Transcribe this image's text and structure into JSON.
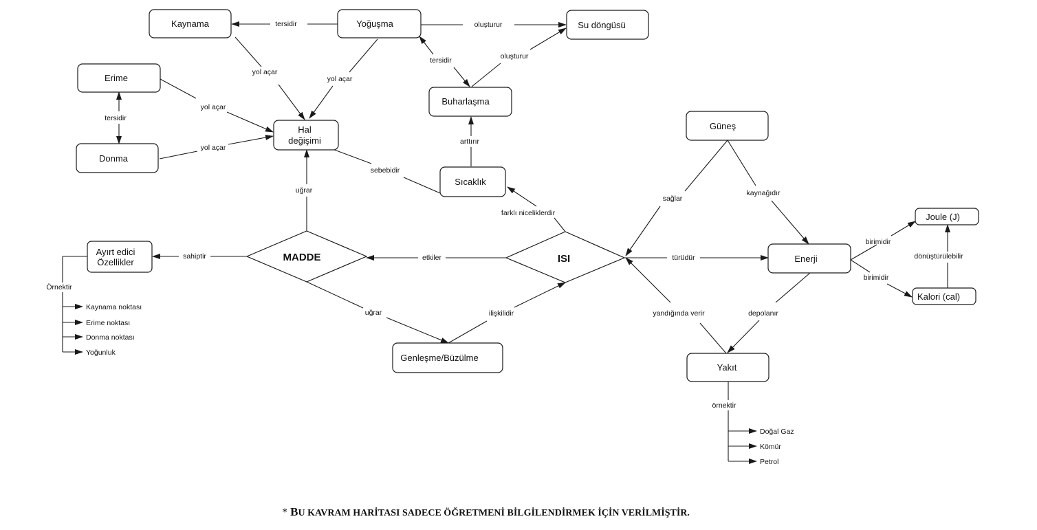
{
  "nodes": {
    "kaynama": "Kaynama",
    "yogusma": "Yoğuşma",
    "su_dongusu": "Su döngüsü",
    "erime": "Erime",
    "donma": "Donma",
    "hal_degisimi_1": "Hal",
    "hal_degisimi_2": "değişimi",
    "buharlasma": "Buharlaşma",
    "gunes": "Güneş",
    "sicaklik": "Sıcaklık",
    "joule": "Joule (J)",
    "ayirt_1": "Ayırt edici",
    "ayirt_2": "Özellikler",
    "madde": "MADDE",
    "isi": "ISI",
    "enerji": "Enerji",
    "kalori": "Kalori (cal)",
    "genlesme": "Genleşme/Büzülme",
    "yakit": "Yakıt"
  },
  "edge_labels": {
    "yogusma_kaynama": "tersidir",
    "yogusma_sudongusu": "oluşturur",
    "kaynama_hal": "yol açar",
    "yogusma_hal": "yol açar",
    "yogusma_buhar": "tersidir",
    "buhar_sudongusu": "oluşturur",
    "erime_donma": "tersidir",
    "erime_hal": "yol açar",
    "donma_hal": "yol açar",
    "sicaklik_buhar": "arttırır",
    "sicaklik_hal": "sebebidir",
    "madde_hal": "uğrar",
    "isi_sicaklik": "farklı niceliklerdir",
    "gunes_isi": "sağlar",
    "gunes_enerji": "kaynağıdır",
    "madde_ayirt": "sahiptir",
    "isi_madde": "etkiler",
    "isi_enerji": "türüdür",
    "enerji_joule": "birimidir",
    "enerji_kalori": "birimidir",
    "kalori_joule": "dönüştürülebilir",
    "madde_genlesme": "uğrar",
    "genlesme_isi": "ilişkilidir",
    "yakit_isi": "yandığında verir",
    "enerji_yakit": "depolanır",
    "ayirt_list": "Örnektir",
    "yakit_list": "örnektir"
  },
  "ayirt_examples": [
    "Kaynama noktası",
    "Erime noktası",
    "Donma noktası",
    "Yoğunluk"
  ],
  "yakit_examples": [
    "Doğal Gaz",
    "Kömür",
    "Petrol"
  ],
  "footer": {
    "star": "* ",
    "first": "B",
    "rest": "U KAVRAM HARİTASI SADECE ÖĞRETMENİ BİLGİLENDİRMEK İÇİN VERİLMİŞTİR."
  },
  "colors": {
    "ink": "#1a1a1a",
    "background": "#ffffff"
  }
}
